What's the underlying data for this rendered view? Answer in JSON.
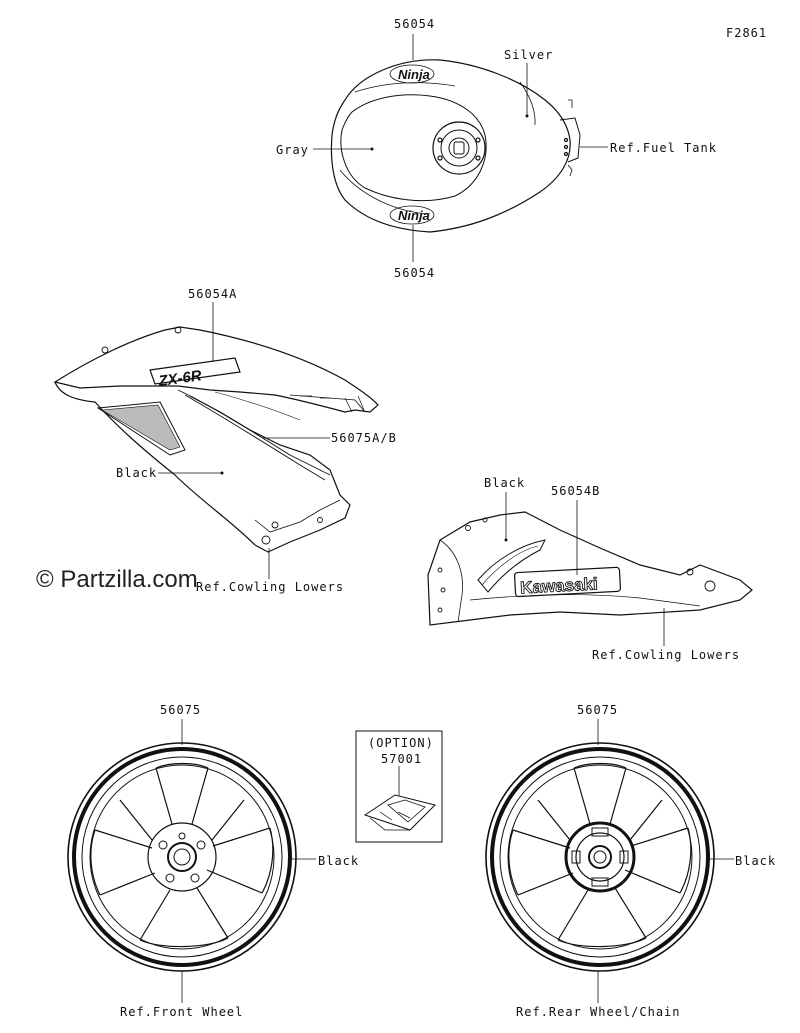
{
  "figure_code": "F2861",
  "watermark": "© Partzilla.com",
  "fuel_tank": {
    "part_top": "56054",
    "part_bottom": "56054",
    "color_silver": "Silver",
    "color_gray": "Gray",
    "ref": "Ref.Fuel Tank",
    "logo_text": "Ninja"
  },
  "upper_cowl": {
    "part_main": "56054A",
    "part_stripe": "56075A/B",
    "color": "Black",
    "ref": "Ref.Cowling Lowers",
    "decal_text": "ZX-6R"
  },
  "lower_cowl": {
    "color": "Black",
    "part": "56054B",
    "ref": "Ref.Cowling Lowers",
    "decal_text": "Kawasaki"
  },
  "option_box": {
    "title": "(OPTION)",
    "part": "57001"
  },
  "front_wheel": {
    "part": "56075",
    "color": "Black",
    "ref": "Ref.Front Wheel"
  },
  "rear_wheel": {
    "part": "56075",
    "color": "Black",
    "ref": "Ref.Rear Wheel/Chain"
  }
}
